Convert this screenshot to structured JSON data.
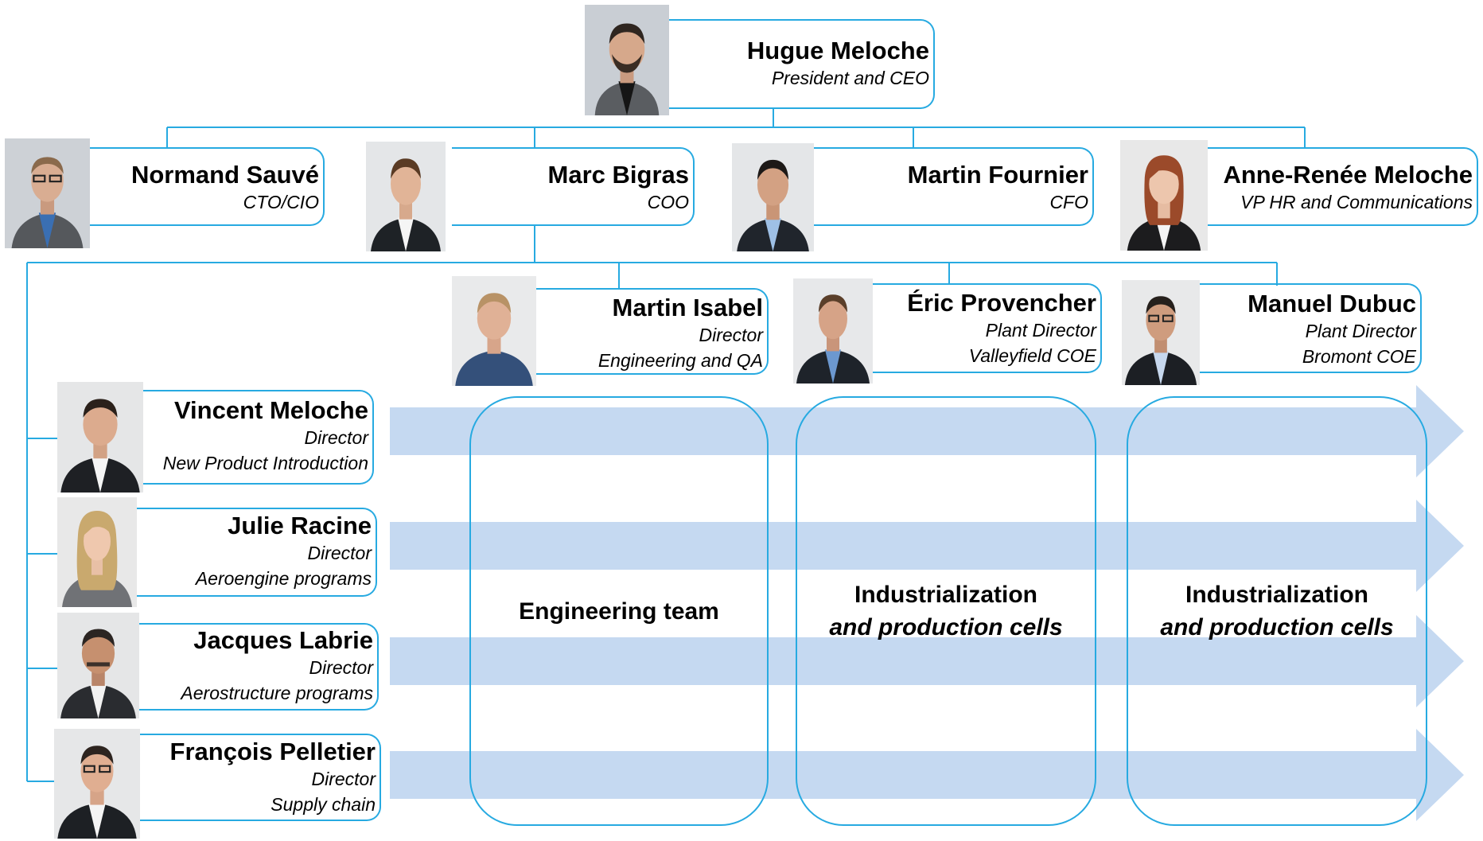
{
  "colors": {
    "line": "#27aae1",
    "arrow_fill": "#c5d9f1",
    "text": "#000000",
    "photo_background": "#dfe3e8"
  },
  "people": {
    "ceo": {
      "name": "Hugue Meloche",
      "title_lines": [
        "President and CEO"
      ]
    },
    "normand": {
      "name": "Normand Sauvé",
      "title_lines": [
        "CTO/CIO"
      ]
    },
    "marc": {
      "name": "Marc Bigras",
      "title_lines": [
        "COO"
      ]
    },
    "fournier": {
      "name": "Martin Fournier",
      "title_lines": [
        "CFO"
      ]
    },
    "anne": {
      "name": "Anne-Renée Meloche",
      "title_lines": [
        "VP HR and Communications"
      ]
    },
    "isabel": {
      "name": "Martin Isabel",
      "title_lines": [
        "Director",
        "Engineering and QA"
      ]
    },
    "provencher": {
      "name": "Éric Provencher",
      "title_lines": [
        "Plant Director",
        "Valleyfield COE"
      ]
    },
    "dubuc": {
      "name": "Manuel Dubuc",
      "title_lines": [
        "Plant Director",
        "Bromont COE"
      ]
    },
    "vincent": {
      "name": "Vincent Meloche",
      "title_lines": [
        "Director",
        "New Product Introduction"
      ]
    },
    "julie": {
      "name": "Julie Racine",
      "title_lines": [
        "Director",
        "Aeroengine programs"
      ]
    },
    "jacques": {
      "name": "Jacques Labrie",
      "title_lines": [
        "Director",
        "Aerostructure programs"
      ]
    },
    "francois": {
      "name": "François Pelletier",
      "title_lines": [
        "Director",
        "Supply chain"
      ]
    }
  },
  "cells": {
    "engineering": {
      "line1": "Engineering team",
      "line2": ""
    },
    "valleyfield": {
      "line1": "Industrialization",
      "line2": "and production cells"
    },
    "bromont": {
      "line1": "Industrialization",
      "line2": "and production cells"
    }
  }
}
